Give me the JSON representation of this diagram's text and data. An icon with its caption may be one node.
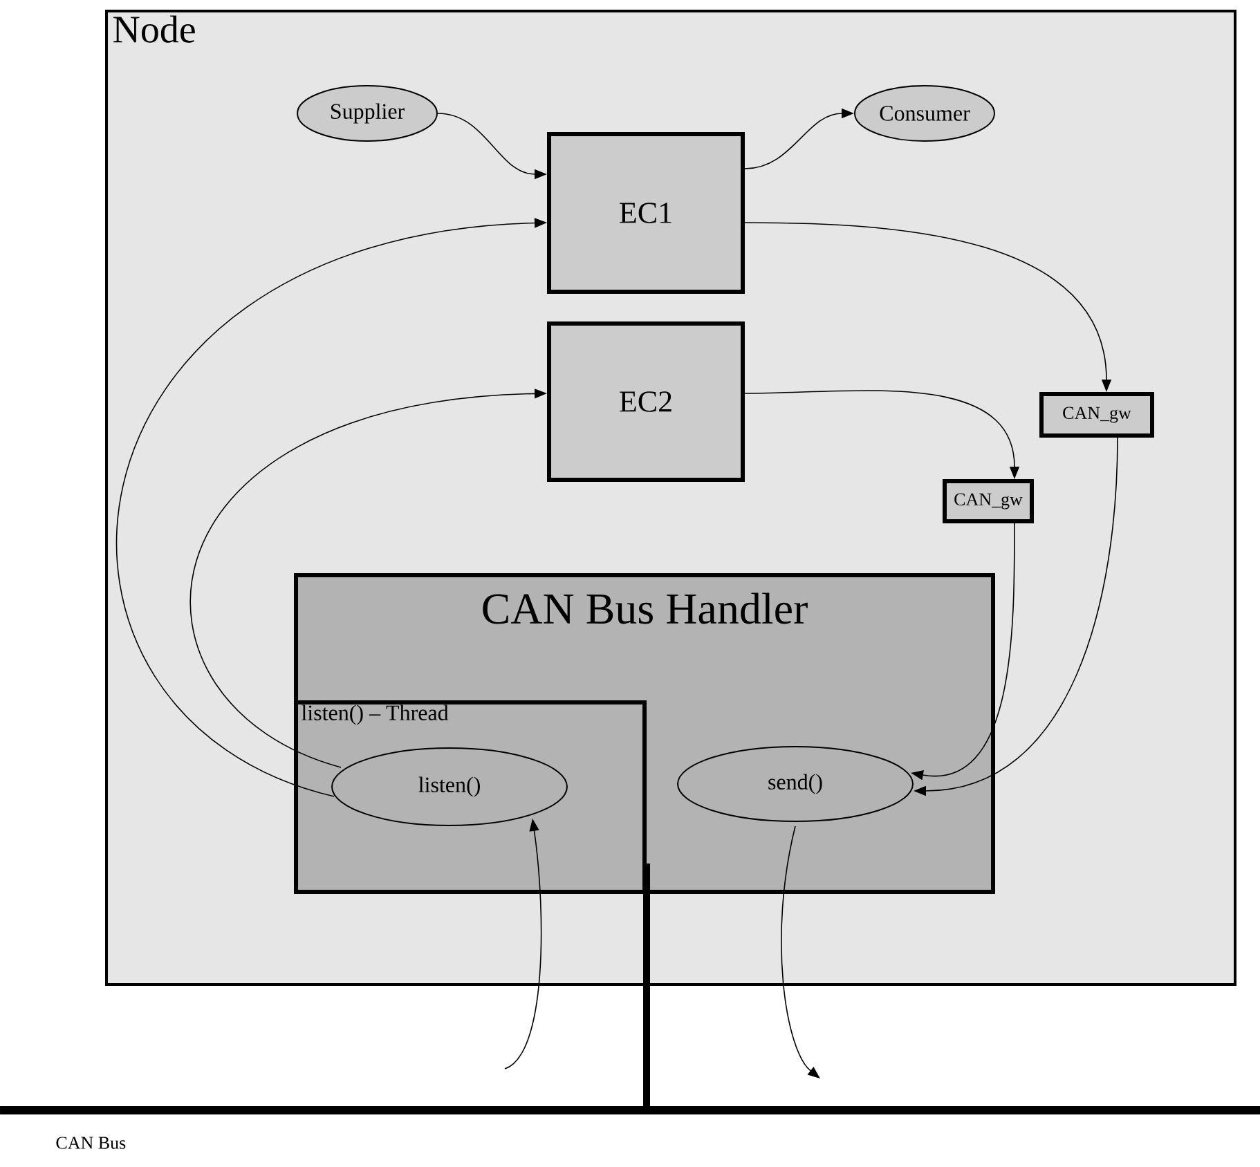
{
  "diagram": {
    "nodes": [
      {
        "text": [
          "Node"
        ]
      },
      {
        "text": [
          "Supplier"
        ],
        "in": 0
      },
      {
        "text": [
          "Consumer"
        ],
        "in": 0
      },
      {
        "text": [
          "EC1"
        ],
        "in": 0
      },
      {
        "text": [
          "EC2"
        ],
        "in": 0
      },
      {
        "text": [
          "CAN_gw"
        ],
        "in": 0
      },
      {
        "text": [
          "CAN_gw"
        ],
        "in": 0
      },
      {
        "text": [
          "CAN Bus Handler"
        ],
        "in": 0
      },
      {
        "text": [
          "listen() – Thread"
        ],
        "in": 7
      },
      {
        "text": [
          "listen()"
        ],
        "in": 8
      },
      {
        "text": [
          "send()"
        ],
        "in": 7
      },
      {
        "text": [
          "CAN Bus"
        ]
      }
    ],
    "edges": [
      {
        "from": 1,
        "to": 3,
        "arrow": "to"
      },
      {
        "from": 3,
        "to": 2,
        "arrow": "to"
      },
      {
        "from": 3,
        "to": 5,
        "arrow": "to"
      },
      {
        "from": 4,
        "to": 6,
        "arrow": "to"
      },
      {
        "from": 5,
        "to": 10,
        "arrow": "to"
      },
      {
        "from": 6,
        "to": 10,
        "arrow": "to"
      },
      {
        "from": 9,
        "to": 3,
        "arrow": "to"
      },
      {
        "from": 9,
        "to": 4,
        "arrow": "to"
      },
      {
        "from": null,
        "to": 9,
        "arrow": "to"
      },
      {
        "from": 10,
        "to": null,
        "arrow": "to"
      },
      {
        "from": 8,
        "to": 11,
        "arrow": "none",
        "style": "thick"
      }
    ]
  }
}
